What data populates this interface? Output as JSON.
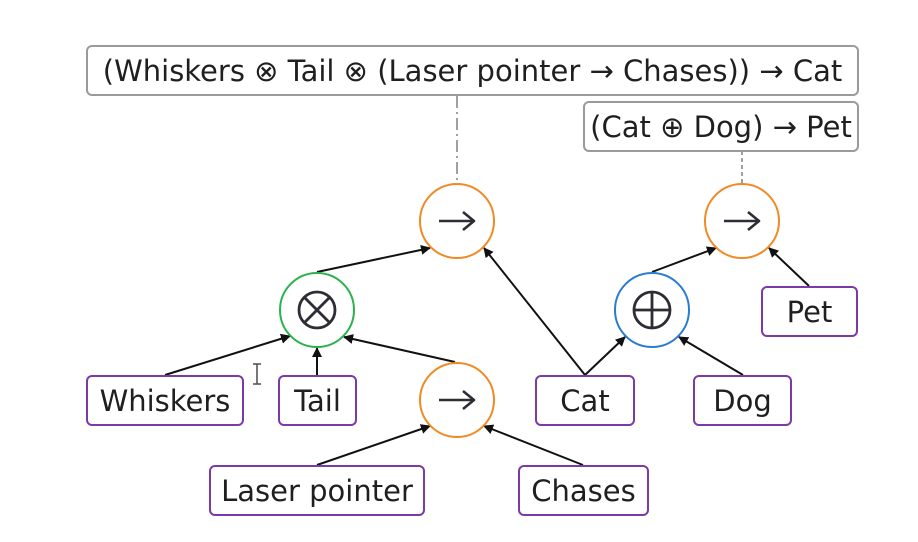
{
  "formulas": {
    "cat_formula": "(Whiskers ⊗ Tail ⊗ (Laser pointer → Chases)) → Cat",
    "pet_formula": "(Cat ⊕ Dog) → Pet"
  },
  "leaves": {
    "whiskers": "Whiskers",
    "tail": "Tail",
    "laser_pointer": "Laser pointer",
    "chases": "Chases",
    "cat": "Cat",
    "dog": "Dog",
    "pet": "Pet"
  },
  "operators": {
    "implication": "implies-arrow-icon",
    "tensor": "circled-times-icon",
    "direct_sum": "circled-plus-icon"
  },
  "colors": {
    "implication_node": "#f08a24",
    "tensor_node": "#2bb24c",
    "direct_sum_node": "#2b7cd1",
    "leaf_border": "#7c3aa8",
    "formula_border": "#9a9a9a",
    "edge": "#111111",
    "connector": "#a0a0a0"
  }
}
